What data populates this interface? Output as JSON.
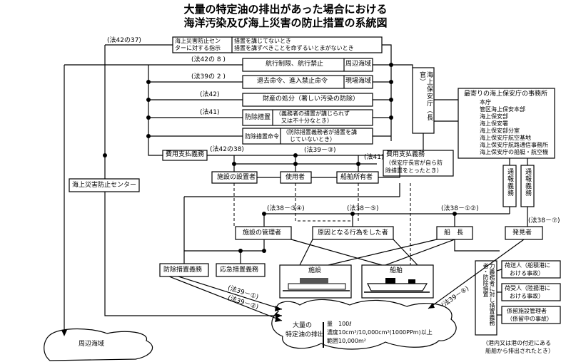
{
  "title": {
    "line1": "大量の特定油の排出があった場合における",
    "line2": "海洋汚染及び海上災害の防止措置の系統図"
  },
  "labels": {
    "hou42_37": "(法42の37)",
    "hou42_8": "(法42の 8 )",
    "hou39_2": "(法39の 2 )",
    "hou42": "(法42)",
    "hou41a": "(法41)",
    "hou42_38": "(法42の38)",
    "hou39_3": "(法39－③)",
    "hou41b": "(法41)",
    "hou38_34": "(法38－③④)",
    "hou38_5": "(法38－⑤)",
    "hou38_12": "(法38－①②)",
    "hou38_7": "(法38－⑦)",
    "hou39_1": "(法39－①)",
    "hou39_2b": "(法39－②)",
    "hou39_4": "(法39－④)"
  },
  "boxes": {
    "center_instruction_l1": "海上災害防止セン",
    "center_instruction_l2": "ターに対する指示",
    "center_instruction_r1": "措置を講じてないとき",
    "center_instruction_r2": "措置を講ずべきことを命ずるいとまがないとき",
    "restrict_l": "航行制限、航行禁止",
    "restrict_r": "周辺海域",
    "evac_l": "退去命令、進入禁止命令",
    "evac_r": "現場海域",
    "property": "財産の処分（著しい汚染の防除）",
    "prevent_l": "防除措置",
    "prevent_r1": "（義務者の措置が講じられず",
    "prevent_r2": "又は不十分なとき）",
    "order_l": "防除措置命令",
    "order_r1": "（防除措置義務者が措置を講",
    "order_r2": "じていないとき）",
    "coast_guard": "海上保安庁（長官）",
    "offices_title": "最寄りの海上保安庁の事務所",
    "offices": [
      "本庁",
      "管区海上保安本部",
      "海上保安部",
      "海上保安署",
      "海上保安部分室",
      "海上保安庁航空基地",
      "海上保安庁航路通信事務所",
      "海上保安庁の船艇・航空機"
    ],
    "cost_left": "費用支払義務",
    "cost_right_1": "費用支払義務",
    "cost_right_2": "（保安庁長官が自ら防",
    "cost_right_3": "除措置をとったとき）",
    "installer": "施設の設置者",
    "user": "使用者",
    "shipowner": "船舶所有者",
    "disaster_center": "海上災害防止センター",
    "report_1": "通報義務",
    "report_2": "通報義務",
    "facility_manager": "施設の管理者",
    "cause_person": "原因となる行為をした者",
    "captain": "船　長",
    "discoverer": "発見者",
    "prevent_duty": "防除措置義務",
    "emergency_duty": "応急措置義務",
    "facility": "施設",
    "ship": "船舶",
    "spill_1": "大量の",
    "spill_2": "特定油の排出",
    "spill_3": "量　100ℓ",
    "spill_4": "濃度10cm³/10,000cm³(1000PPm)以上",
    "spill_5": "範囲10,000m²",
    "surrounding": "周辺海域",
    "vertical_duty": "力義務者に対し措置義務者・防除措置",
    "shipper_1": "荷送人（船積港に",
    "shipper_2": "おける事故）",
    "consignee_1": "荷受人（陸揚港に",
    "consignee_2": "おける事故）",
    "storage_1": "係留施設管理者",
    "storage_2": "（係留中の事故）",
    "harbor_1": "（港内又は港の付近にある",
    "harbor_2": "船舶から排出されたとき）"
  }
}
